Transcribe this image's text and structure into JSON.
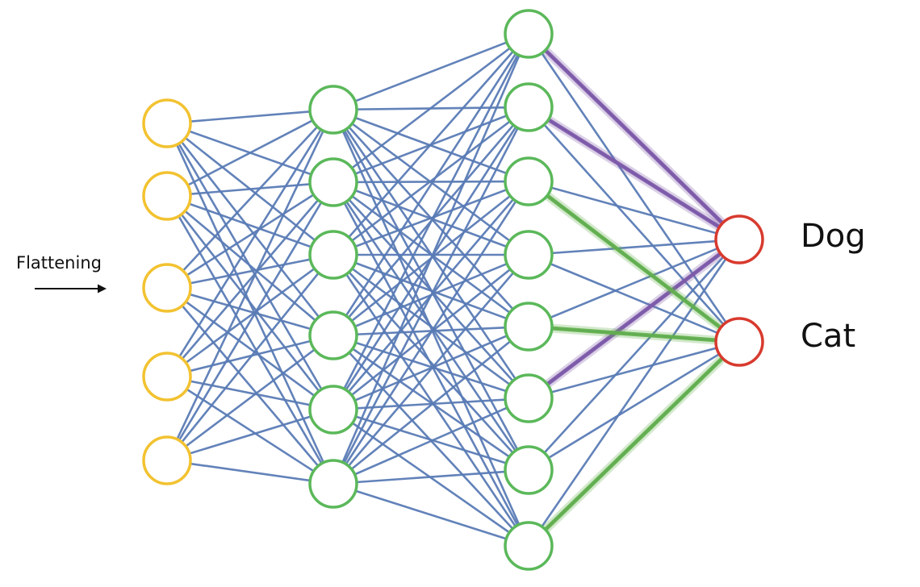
{
  "diagram": {
    "input_label": "Flattening",
    "outputs": [
      "Dog",
      "Cat"
    ],
    "layer_sizes": [
      5,
      6,
      8,
      2
    ],
    "colors": {
      "input_node": "#f2c230",
      "hidden_node": "#5bb85a",
      "output_node": "#d83a2e",
      "edge": "#5a7bb5",
      "highlight_purple": "#7e58a8",
      "highlight_green": "#62b04a",
      "arrow": "#111111"
    },
    "highlighted_edges": [
      {
        "from_layer": 2,
        "from_node": 0,
        "to_output": "Dog",
        "color": "purple"
      },
      {
        "from_layer": 2,
        "from_node": 1,
        "to_output": "Dog",
        "color": "purple"
      },
      {
        "from_layer": 2,
        "from_node": 5,
        "to_output": "Dog",
        "color": "purple"
      },
      {
        "from_layer": 2,
        "from_node": 2,
        "to_output": "Cat",
        "color": "green"
      },
      {
        "from_layer": 2,
        "from_node": 4,
        "to_output": "Cat",
        "color": "green"
      },
      {
        "from_layer": 2,
        "from_node": 7,
        "to_output": "Cat",
        "color": "green"
      }
    ]
  }
}
